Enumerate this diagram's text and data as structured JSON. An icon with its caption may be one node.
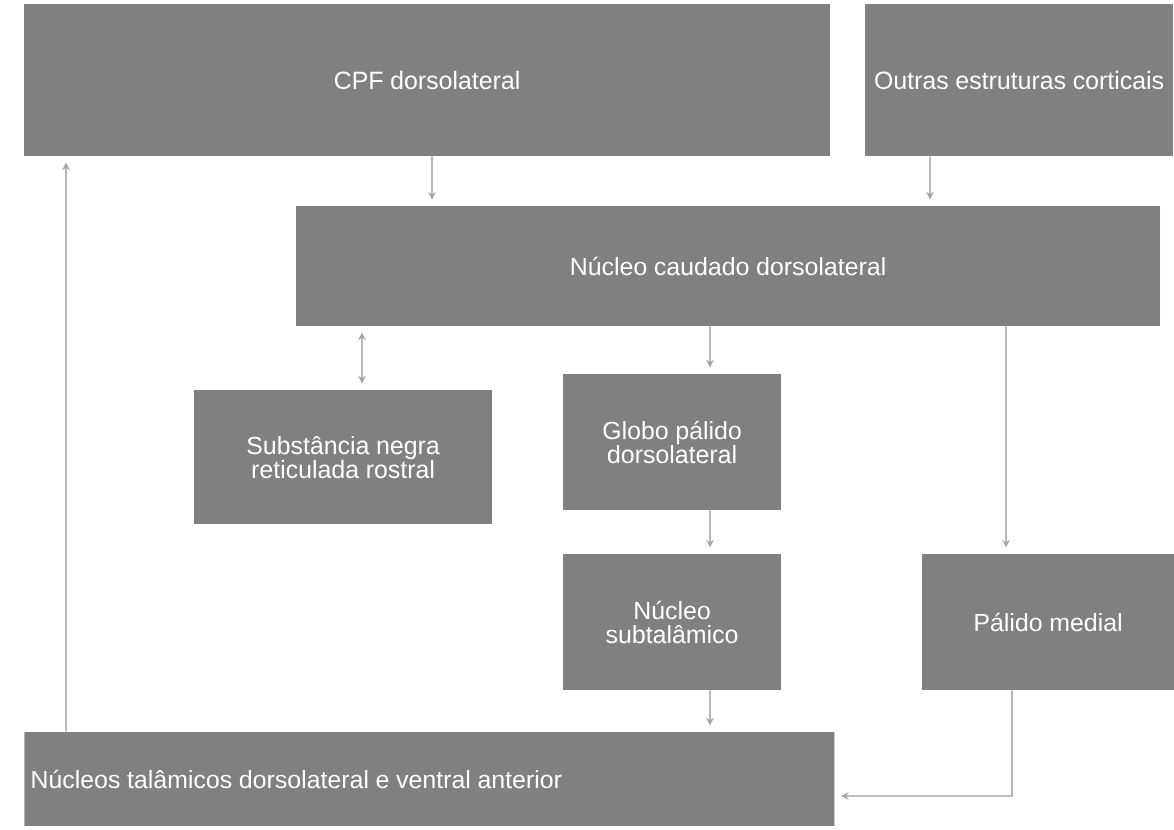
{
  "diagram": {
    "nodes": [
      {
        "text": [
          "CPF dorsolateral"
        ]
      },
      {
        "text": [
          "Outras estruturas corticais"
        ]
      },
      {
        "text": [
          "Núcleo caudado dorsolateral"
        ]
      },
      {
        "text": [
          "Substância negra reticulada rostral"
        ]
      },
      {
        "text": [
          "Globo pálido dorsolateral"
        ]
      },
      {
        "text": [
          "Núcleo subtalâmico"
        ]
      },
      {
        "text": [
          "Pálido medial"
        ]
      },
      {
        "text": [
          "Núcleos talâmicos dorsolateral e ventral anterior"
        ]
      }
    ],
    "edges": [
      {
        "from": 0,
        "to": 2,
        "arrow": "to"
      },
      {
        "from": 1,
        "to": 2,
        "arrow": "to"
      },
      {
        "from": 2,
        "to": 3,
        "arrow": "both"
      },
      {
        "from": 2,
        "to": 4,
        "arrow": "to"
      },
      {
        "from": 4,
        "to": 5,
        "arrow": "to"
      },
      {
        "from": 5,
        "to": 7,
        "arrow": "to"
      },
      {
        "from": 2,
        "to": 6,
        "arrow": "to"
      },
      {
        "from": 6,
        "to": 7,
        "arrow": "to"
      },
      {
        "from": 7,
        "to": 0,
        "arrow": "to"
      }
    ]
  }
}
